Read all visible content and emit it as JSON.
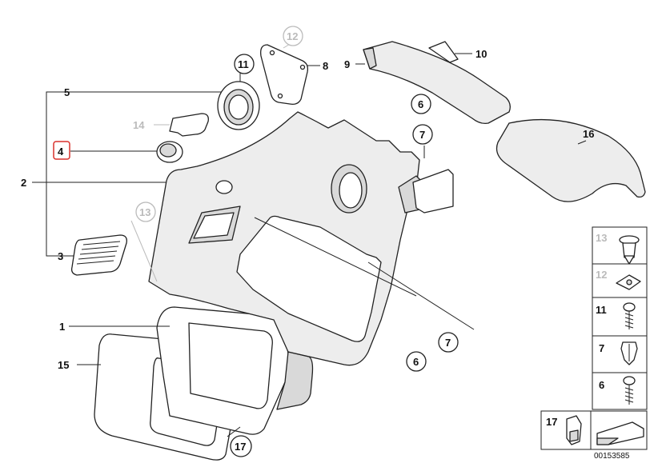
{
  "diagram_id": "00153585",
  "colors": {
    "highlight": "#d9302b",
    "line": "#222222",
    "faded": "#bbbbbb"
  },
  "labels": {
    "l1": "1",
    "l2": "2",
    "l3": "3",
    "l4": "4",
    "l5": "5",
    "l6a": "6",
    "l6b": "6",
    "l6c": "6",
    "l7a": "7",
    "l7b": "7",
    "l7c": "7",
    "l8": "8",
    "l9": "9",
    "l10": "10",
    "l11a": "11",
    "l11b": "11",
    "l12a": "12",
    "l12b": "12",
    "l13a": "13",
    "l13b": "13",
    "l14": "14",
    "l15": "15",
    "l16": "16",
    "l17a": "17",
    "l17b": "17"
  },
  "highlighted_part": "4"
}
